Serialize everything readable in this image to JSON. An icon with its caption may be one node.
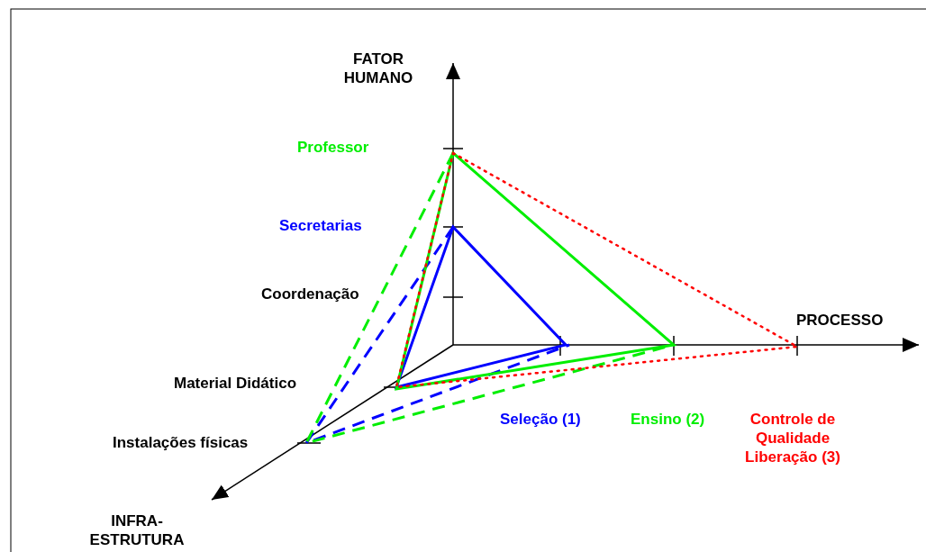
{
  "diagram": {
    "labels": [
      "FATOR HUMANO",
      "Professor",
      "Secretarias",
      "Coordenação",
      "PROCESSO",
      "Material Didático",
      "Instalações físicas",
      "Seleção (1)",
      "Ensino (2)",
      "Controle de Qualidade Liberação (3)",
      "INFRA- ESTRUTURA"
    ]
  }
}
